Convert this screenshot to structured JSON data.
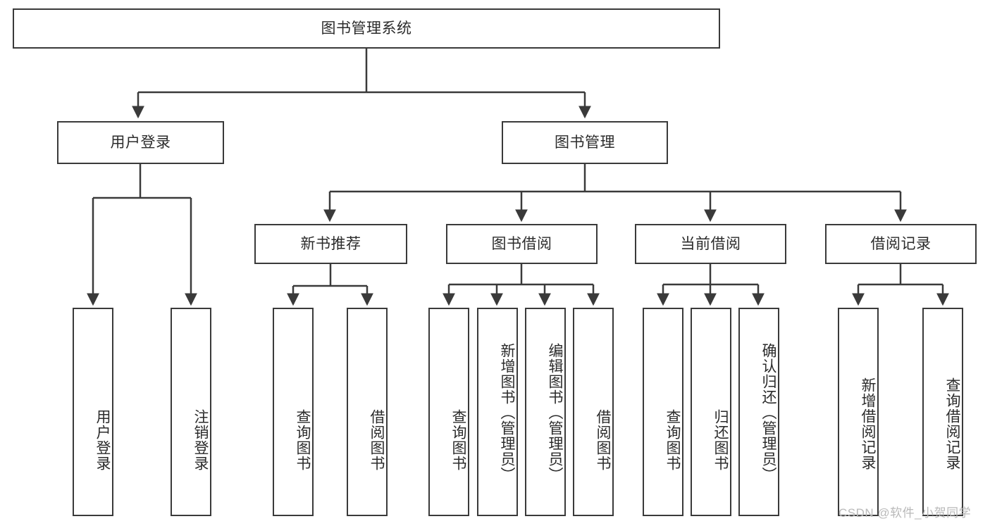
{
  "diagram": {
    "title_node": {
      "label": "图书管理系统"
    },
    "level2": [
      {
        "id": "user-login",
        "label": "用户登录"
      },
      {
        "id": "book-manage",
        "label": "图书管理"
      }
    ],
    "level3": [
      {
        "id": "new-book-recommend",
        "label": "新书推荐"
      },
      {
        "id": "book-borrow",
        "label": "图书借阅"
      },
      {
        "id": "current-borrow",
        "label": "当前借阅"
      },
      {
        "id": "borrow-record",
        "label": "借阅记录"
      }
    ],
    "leaves": [
      {
        "id": "leaf-user-login",
        "label": "用户登录",
        "parent": "user-login"
      },
      {
        "id": "leaf-logout-login",
        "label": "注销登录",
        "parent": "user-login"
      },
      {
        "id": "leaf-query-book-1",
        "label": "查询图书",
        "parent": "new-book-recommend"
      },
      {
        "id": "leaf-borrow-book-1",
        "label": "借阅图书",
        "parent": "new-book-recommend"
      },
      {
        "id": "leaf-query-book-2",
        "label": "查询图书",
        "parent": "book-borrow"
      },
      {
        "id": "leaf-add-book",
        "label": "新增图书（管理员）",
        "parent": "book-borrow"
      },
      {
        "id": "leaf-edit-book",
        "label": "编辑图书（管理员）",
        "parent": "book-borrow"
      },
      {
        "id": "leaf-borrow-book-2",
        "label": "借阅图书",
        "parent": "book-borrow"
      },
      {
        "id": "leaf-query-book-3",
        "label": "查询图书",
        "parent": "current-borrow"
      },
      {
        "id": "leaf-return-book",
        "label": "归还图书",
        "parent": "current-borrow"
      },
      {
        "id": "leaf-confirm-return",
        "label": "确认归还（管理员）",
        "parent": "current-borrow"
      },
      {
        "id": "leaf-add-record",
        "label": "新增借阅记录",
        "parent": "borrow-record"
      },
      {
        "id": "leaf-query-record",
        "label": "查询借阅记录",
        "parent": "borrow-record"
      }
    ]
  },
  "watermark": {
    "text": "CSDN @软件_小贺同学"
  },
  "colors": {
    "stroke": "#3a3a3a",
    "text": "#2b2b2b",
    "background": "#ffffff",
    "watermark": "#b9b9b9"
  }
}
